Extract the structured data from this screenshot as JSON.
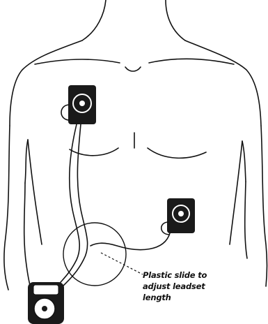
{
  "callout": {
    "lines": [
      "Plastic slide to",
      "adjust leadset",
      "length"
    ]
  },
  "colors": {
    "ink": "#111111",
    "device": "#1a1a1a",
    "background": "#ffffff"
  }
}
